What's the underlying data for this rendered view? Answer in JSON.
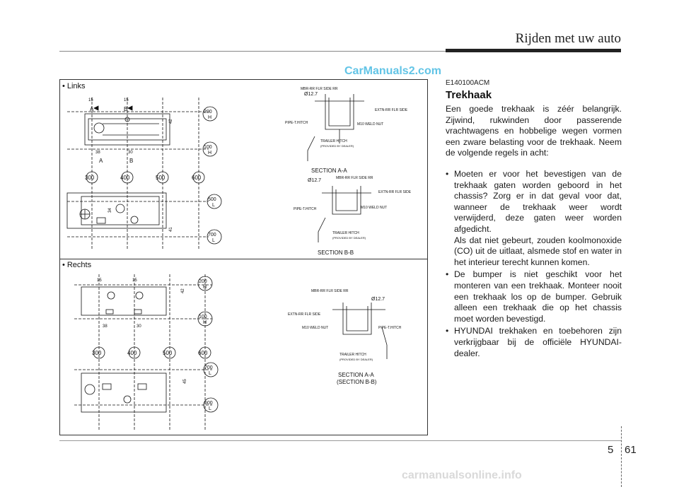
{
  "header": {
    "title": "Rijden met uw auto"
  },
  "watermark": "CarManuals2.com",
  "figure": {
    "left_label": "Links",
    "right_label": "Rechts",
    "dims": {
      "d15a": "15",
      "d15b": "15",
      "d38": "38",
      "d30": "30",
      "d42": "42",
      "d41": "41",
      "d34": "34",
      "d45": "45",
      "secA": "A",
      "secB": "B",
      "secA2": "A",
      "secB2": "B",
      "r200h": "200",
      "r100h": "100",
      "H": "H",
      "L": "L",
      "r500l": "500",
      "r700l": "700",
      "c300": "300",
      "c400": "400",
      "c500": "500",
      "c600": "600",
      "phi": "Ø12.7",
      "section_aa": "SECTION A-A",
      "section_bb": "SECTION B-B",
      "section_bb_paren": "(SECTION B-B)",
      "tag_mbr": "MBR-RR FLR SIDE RR",
      "tag_ext": "EXTN-RR FLR SIDE",
      "tag_pipe": "PIPE-T.HITCH",
      "tag_nut": "M10 WELD NUT",
      "tag_hitch": "TRAILER HITCH",
      "tag_prov": "(PROVIDED BY DEALER)"
    }
  },
  "section": {
    "ref": "E140100ACM",
    "heading": "Trekhaak",
    "intro": "Een goede trekhaak is zéér belangrijk. Zijwind, rukwinden door passerende vrachtwagens en hobbelige wegen vormen een zware belasting voor de trekhaak. Neem de volgende regels in acht:",
    "items": [
      {
        "text": "Moeten er voor het bevestigen van de trekhaak gaten worden geboord in het chassis? Zorg er in dat geval voor dat, wanneer de trekhaak weer wordt verwijderd, deze gaten weer worden afgedicht.",
        "sub": "Als dat niet gebeurt, zouden koolmonoxide (CO) uit de uitlaat, alsmede stof en water in het interieur terecht kunnen komen."
      },
      {
        "text": "De bumper is niet geschikt voor het monteren van een trekhaak. Monteer nooit een trekhaak los op de bumper. Gebruik alleen een trekhaak die op het chassis moet worden bevestigd."
      },
      {
        "text": "HYUNDAI trekhaken en toebehoren zijn verkrijgbaar bij de officiële HYUNDAI-dealer."
      }
    ]
  },
  "footer": {
    "chapter": "5",
    "page": "61",
    "watermark": "carmanualsonline.info"
  }
}
